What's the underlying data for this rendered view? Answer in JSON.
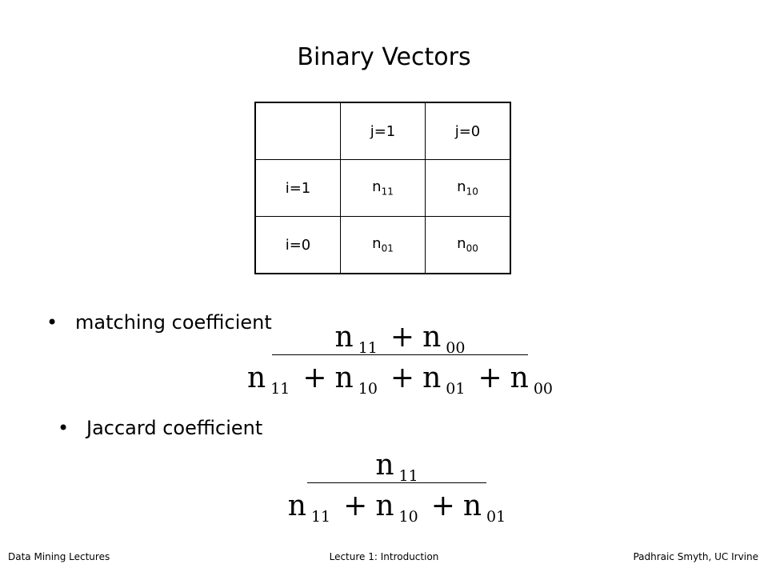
{
  "title": "Binary Vectors",
  "table": {
    "header": [
      "",
      "j=1",
      "j=0"
    ],
    "rows": [
      {
        "label": "i=1",
        "cells": [
          {
            "base": "n",
            "sub": "11"
          },
          {
            "base": "n",
            "sub": "10"
          }
        ]
      },
      {
        "label": "i=0",
        "cells": [
          {
            "base": "n",
            "sub": "01"
          },
          {
            "base": "n",
            "sub": "00"
          }
        ]
      }
    ]
  },
  "bullets": [
    {
      "symbol": "•",
      "text": "matching coefficient"
    },
    {
      "symbol": "•",
      "text": "Jaccard coefficient"
    }
  ],
  "formulas": {
    "matching": {
      "numerator": [
        {
          "base": "n",
          "sub": "11"
        },
        {
          "op": "+",
          "base": "n",
          "sub": "00"
        }
      ],
      "denominator": [
        {
          "base": "n",
          "sub": "11"
        },
        {
          "op": "+",
          "base": "n",
          "sub": "10"
        },
        {
          "op": "+",
          "base": "n",
          "sub": "01"
        },
        {
          "op": "+",
          "base": "n",
          "sub": "00"
        }
      ]
    },
    "jaccard": {
      "numerator": [
        {
          "base": "n",
          "sub": "11"
        }
      ],
      "denominator": [
        {
          "base": "n",
          "sub": "11"
        },
        {
          "op": "+",
          "base": "n",
          "sub": "10"
        },
        {
          "op": "+",
          "base": "n",
          "sub": "01"
        }
      ]
    }
  },
  "footer": {
    "left": "Data Mining Lectures",
    "center": "Lecture 1: Introduction",
    "right": "Padhraic Smyth, UC Irvine"
  }
}
